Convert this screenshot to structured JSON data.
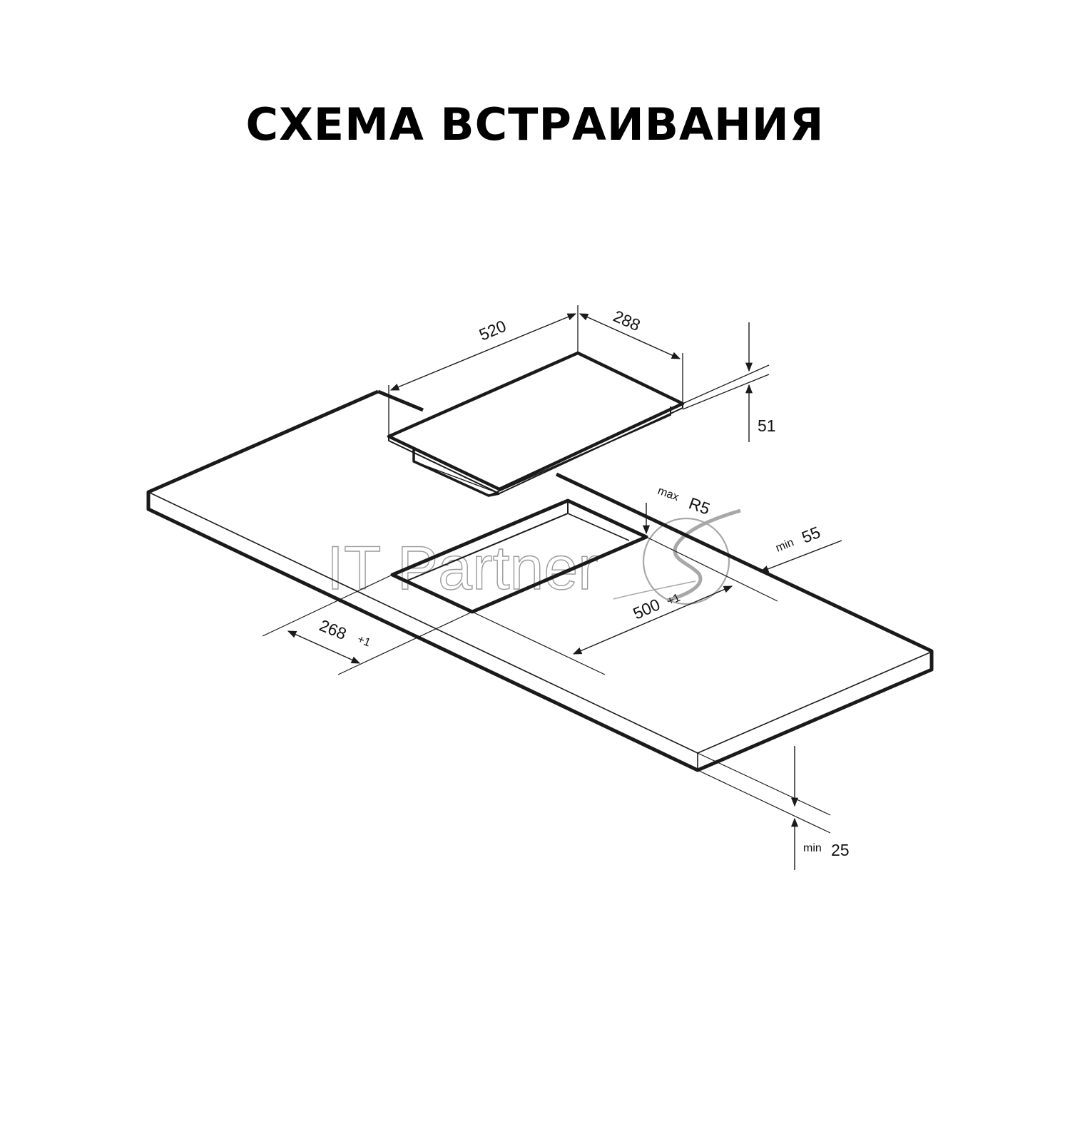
{
  "title": "СХЕМА ВСТРАИВАНИЯ",
  "dimensions": {
    "hob_width": "520",
    "hob_depth": "288",
    "hob_height": "51",
    "corner_radius_prefix": "max",
    "corner_radius": "R5",
    "edge_margin_prefix": "min",
    "edge_margin": "55",
    "cutout_width": "500",
    "cutout_width_tol": "+1",
    "cutout_depth": "268",
    "cutout_depth_tol": "+1",
    "thickness_prefix": "min",
    "thickness": "25"
  },
  "watermark": {
    "text": "IT Partner"
  },
  "colors": {
    "line": "#1a1a1a",
    "watermark": "#9a9a9a"
  }
}
